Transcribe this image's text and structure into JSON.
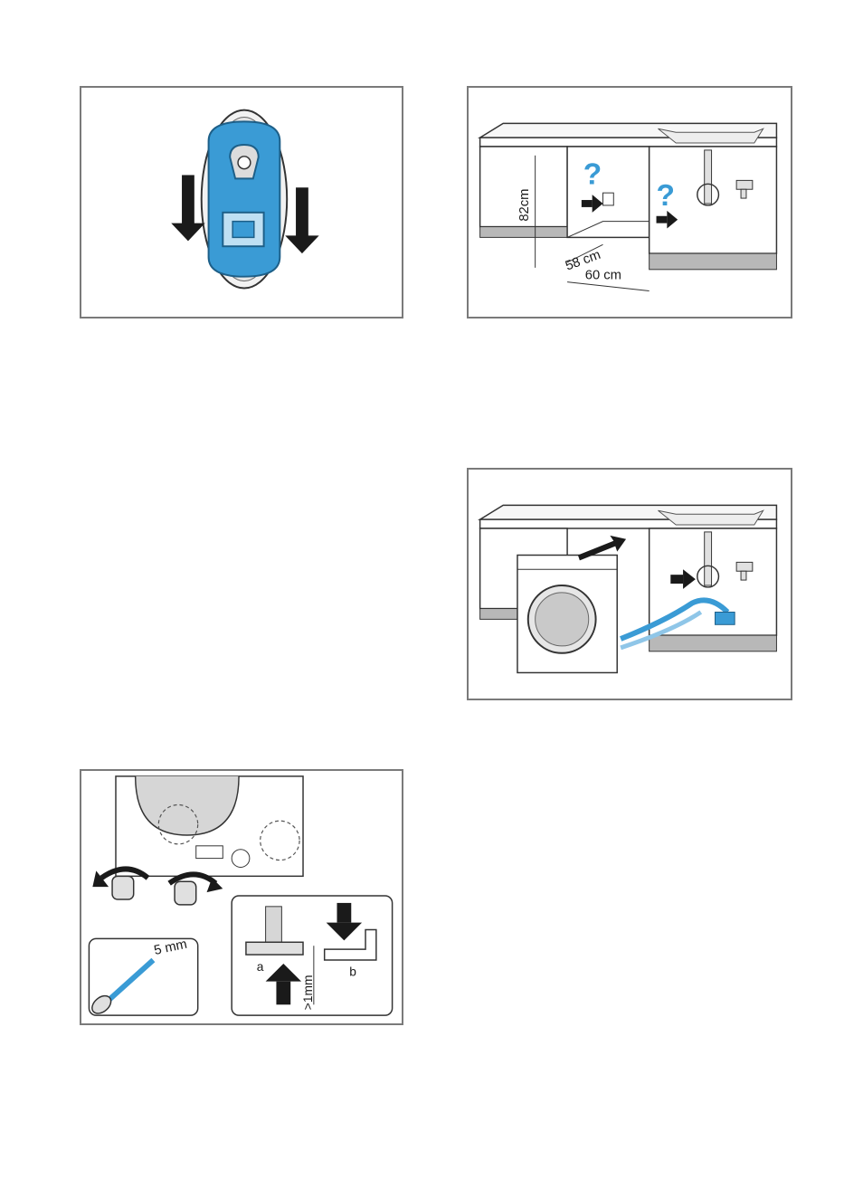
{
  "figures": {
    "cover_removal": {},
    "niche_dimensions": {
      "height_label": "82cm",
      "depth_label": "58 cm",
      "width_label": "60 cm",
      "question_mark_1": "?",
      "question_mark_2": "?"
    },
    "push_in": {},
    "foot_adjust": {
      "screwdriver_label": "5 mm",
      "gap_label": ">1mm",
      "part_a": "a",
      "part_b": "b"
    }
  },
  "colors": {
    "accent_blue": "#3a9bd5",
    "frame_grey": "#7a7a7a",
    "plinth_grey": "#b8b8b8"
  }
}
